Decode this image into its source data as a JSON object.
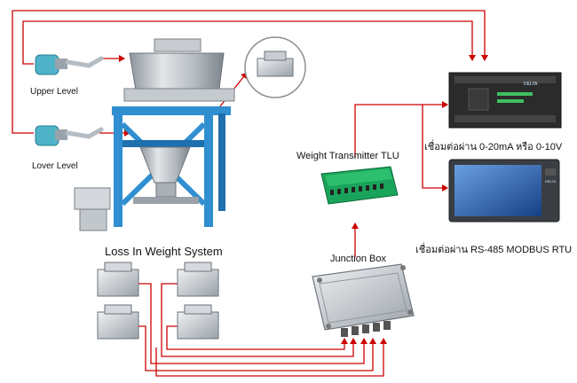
{
  "labels": {
    "upper_level": "Upper Level",
    "lower_level": "Lover Level",
    "system_title": "Loss In Weight System",
    "transmitter": "Weight Transmitter TLU",
    "junction_box": "Junction Box",
    "plc_connection": "เชื่อมต่อผ่าน 0-20mA หรือ 0-10V",
    "hmi_connection": "เชื่อมต่อผ่าน RS-485 MODBUS RTU"
  },
  "device_text": {
    "plc_brand": "DELTA",
    "hmi_brand": "DELTA"
  },
  "colors": {
    "wire": "#cc0000",
    "frame": "#2f8fd0",
    "frame_dark": "#1d6fae",
    "steel": "#b9bec3",
    "board": "#1aa35a",
    "plc": "#2b2b2b",
    "screen": "#1e4f9a"
  }
}
